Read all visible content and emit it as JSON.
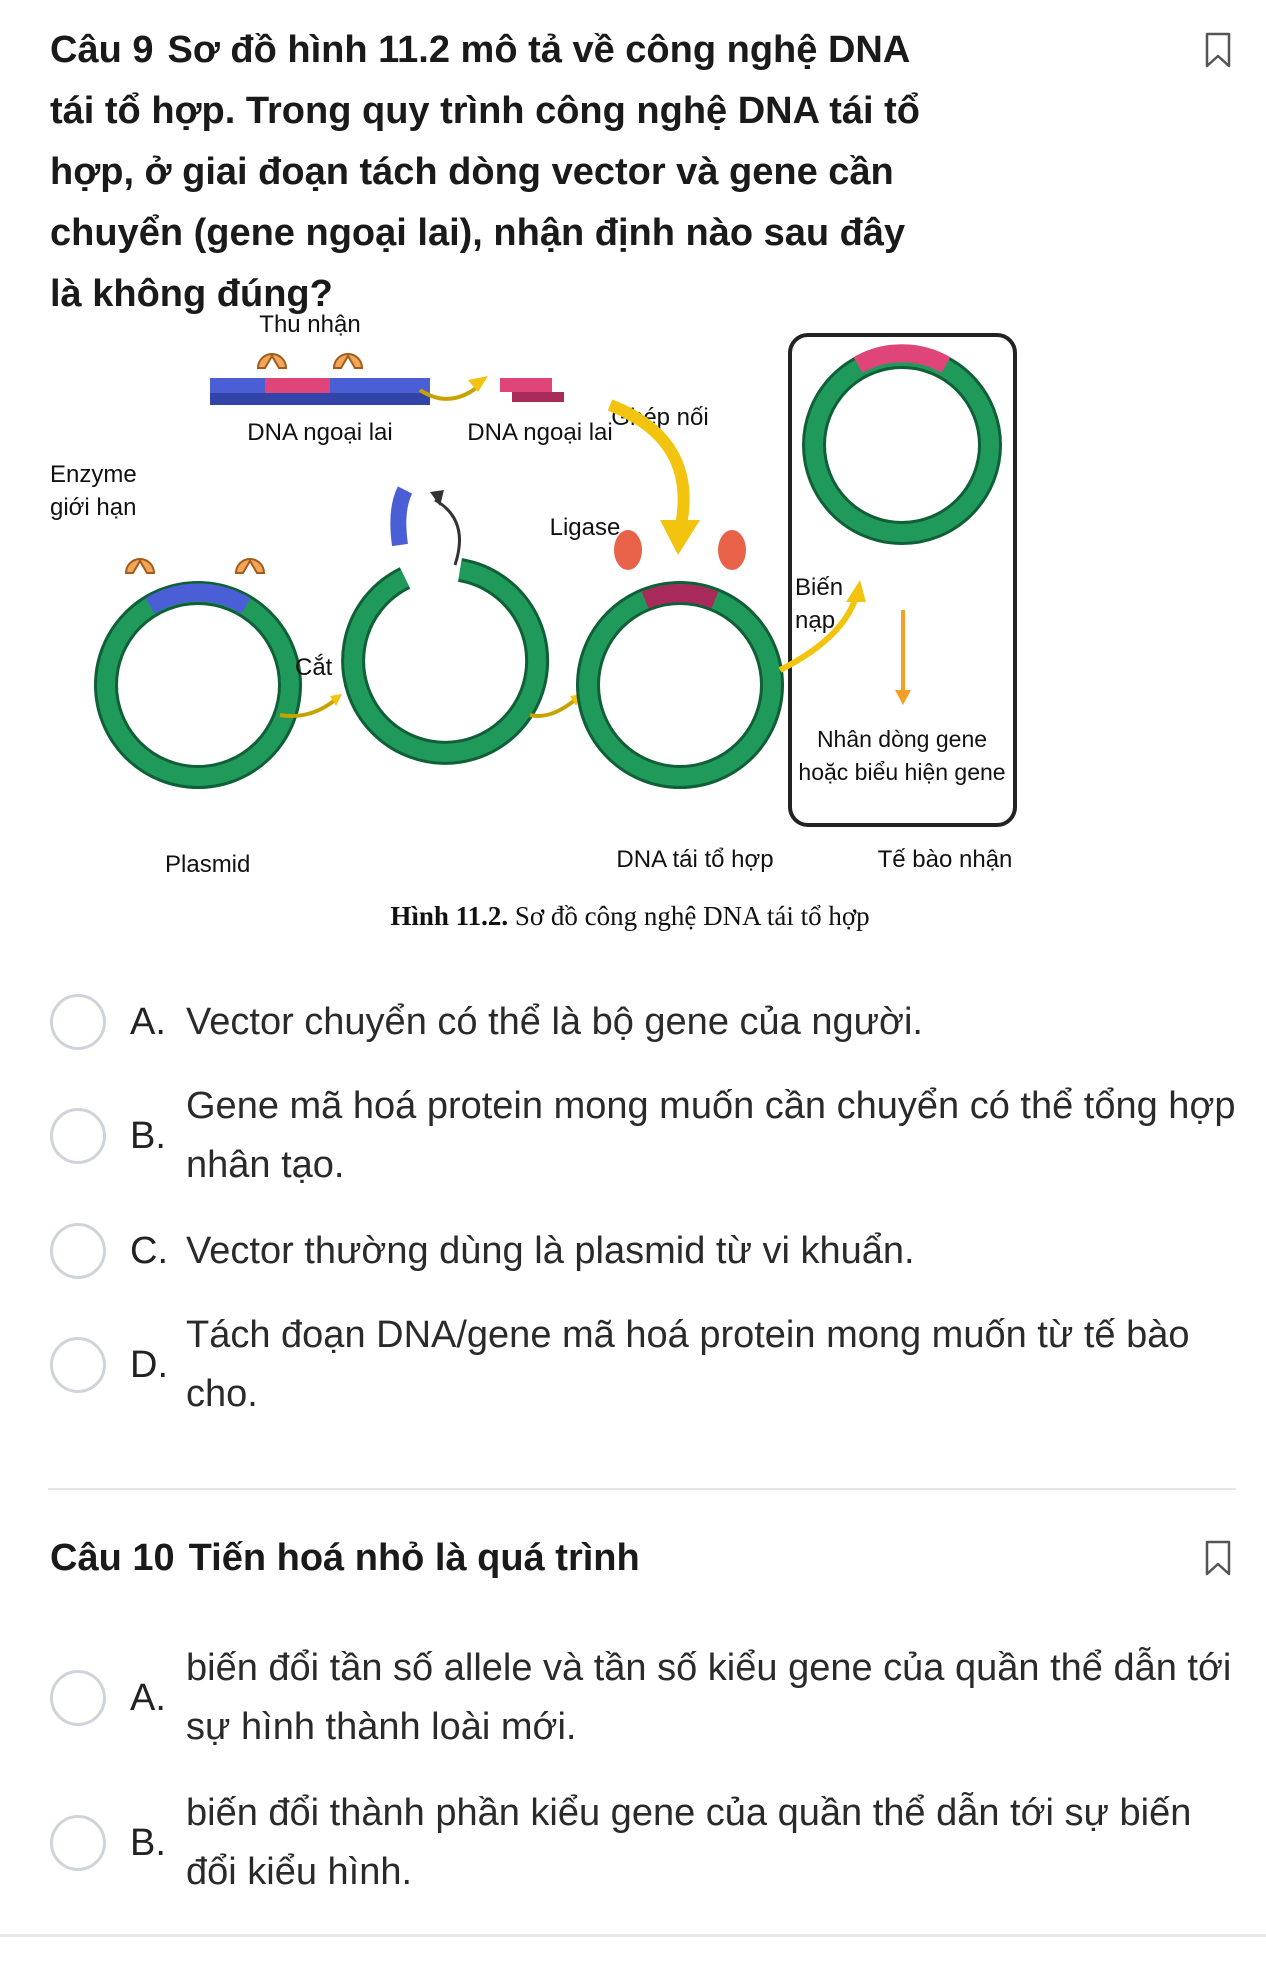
{
  "q9": {
    "number": "Câu 9",
    "line1": "Sơ đồ hình 11.2 mô tả về công nghệ DNA",
    "line2": "tái tổ hợp. Trong quy trình công nghệ DNA tái tổ",
    "line3": "hợp, ở giai đoạn tách dòng vector và gene cần",
    "line4": "chuyển (gene ngoại lai), nhận định nào sau đây",
    "line5": "là không đúng?",
    "figure": {
      "thu_nhan": "Thu nhận",
      "dna_ngoai_lai_1": "DNA ngoại lai",
      "dna_ngoai_lai_2": "DNA ngoại lai",
      "ghep_noi": "Ghép nối",
      "enzyme": "Enzyme",
      "gioi_han": "giới hạn",
      "ligase": "Ligase",
      "bien": "Biến",
      "nap": "nạp",
      "cat": "Cắt",
      "nhan_dong_1": "Nhân dòng gene",
      "nhan_dong_2": "hoặc biểu hiện gene",
      "plasmid": "Plasmid",
      "dna_tai_to_hop": "DNA tái tổ hợp",
      "te_bao_nhan": "Tế bào nhận",
      "caption_bold": "Hình 11.2.",
      "caption_rest": "Sơ đồ công nghệ DNA tái tổ hợp"
    },
    "options": [
      {
        "letter": "A.",
        "text": "Vector chuyển có thể là bộ gene của người."
      },
      {
        "letter": "B.",
        "text": "Gene mã hoá protein mong muốn cần chuyển có thể tổng hợp nhân tạo."
      },
      {
        "letter": "C.",
        "text": "Vector thường dùng là plasmid từ vi khuẩn."
      },
      {
        "letter": "D.",
        "text": "Tách đoạn DNA/gene mã hoá protein mong muốn từ tế bào cho."
      }
    ]
  },
  "q10": {
    "number": "Câu 10",
    "title": "Tiến hoá nhỏ là quá trình",
    "options": [
      {
        "letter": "A.",
        "text": "biến đổi tần số allele và tần số kiểu gene của quần thể dẫn tới sự hình thành loài mới."
      },
      {
        "letter": "B.",
        "text": "biến đổi thành phần kiểu gene của quần thể dẫn tới sự biến đổi kiểu hình."
      }
    ]
  },
  "colors": {
    "plasmid_green": "#1f9a5a",
    "insert_pink": "#e0457a",
    "enzyme_blue": "#4a5fd6",
    "enzyme_orange": "#f2a65a",
    "arrow_yellow": "#f2c40f",
    "ligase_red": "#e8624a"
  }
}
